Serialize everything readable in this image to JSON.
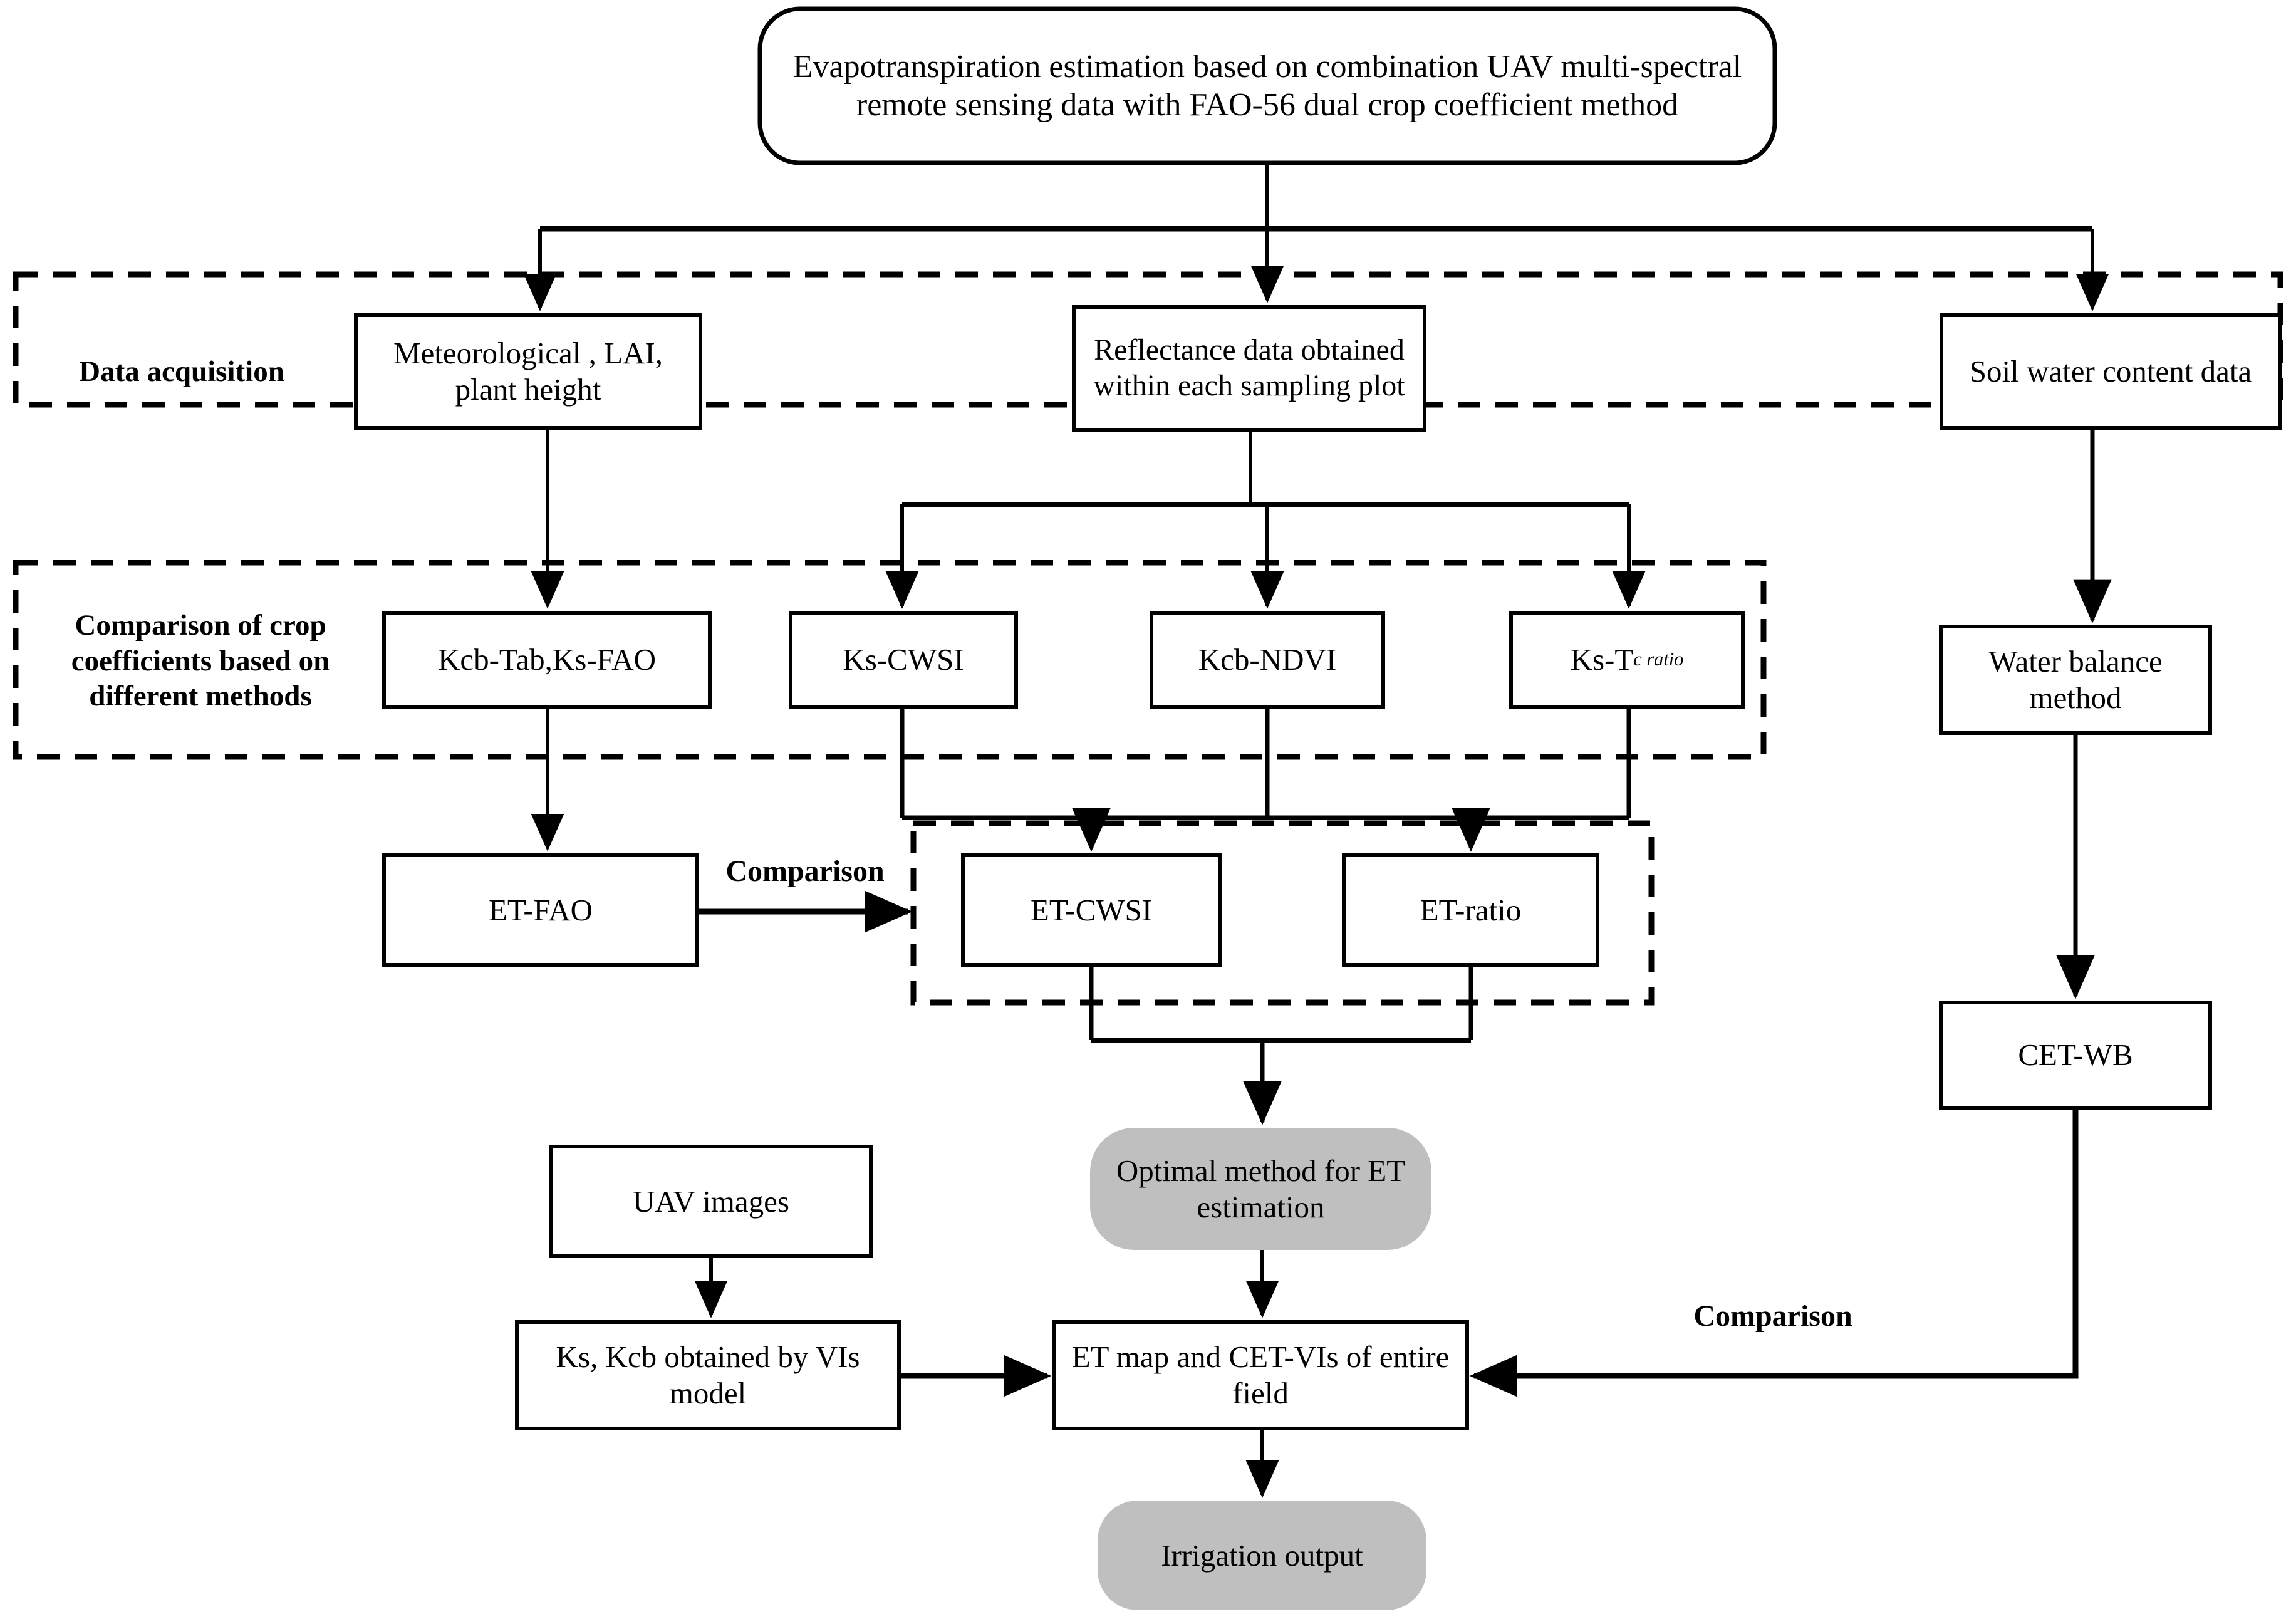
{
  "diagram": {
    "title_node": {
      "label": "Evapotranspiration estimation based  on combination UAV multi-spectral remote sensing data with  FAO-56 dual crop coefficient method",
      "shape": "rounded"
    },
    "group_labels": {
      "data_acquisition": "Data acquisition",
      "comparison_of_crop_coefficients": "Comparison of crop coefficients based on different methods"
    },
    "nodes": {
      "meteorological": "Meteorological , LAI, plant height",
      "reflectance": "Reflectance  data obtained within each sampling plot",
      "soil_water": "Soil  water content data",
      "kcb_tab_ks_fao": "Kcb-Tab,Ks-FAO",
      "ks_cwsi": "Ks-CWSI",
      "kcb_ndvi": "Kcb-NDVI",
      "ks_tc_ratio_main": "Ks-T",
      "ks_tc_ratio_sub": "c ratio",
      "water_balance": "Water balance method",
      "et_fao": "ET-FAO",
      "et_cwsi": "ET-CWSI",
      "et_ratio": "ET-ratio",
      "cet_wb": "CET-WB",
      "optimal_method": "Optimal method for ET estimation",
      "uav_images": "UAV images",
      "ks_kcb_vis": "Ks, Kcb obtained by VIs model",
      "et_map": "ET map  and CET-VIs of entire field",
      "irrigation_output": "Irrigation output"
    },
    "edge_labels": {
      "comparison_left": "Comparison",
      "comparison_right": "Comparison"
    },
    "colors": {
      "stroke": "#000000",
      "fill_box": "#ffffff",
      "fill_terminal": "#bfbfbf",
      "background": "#ffffff"
    }
  }
}
